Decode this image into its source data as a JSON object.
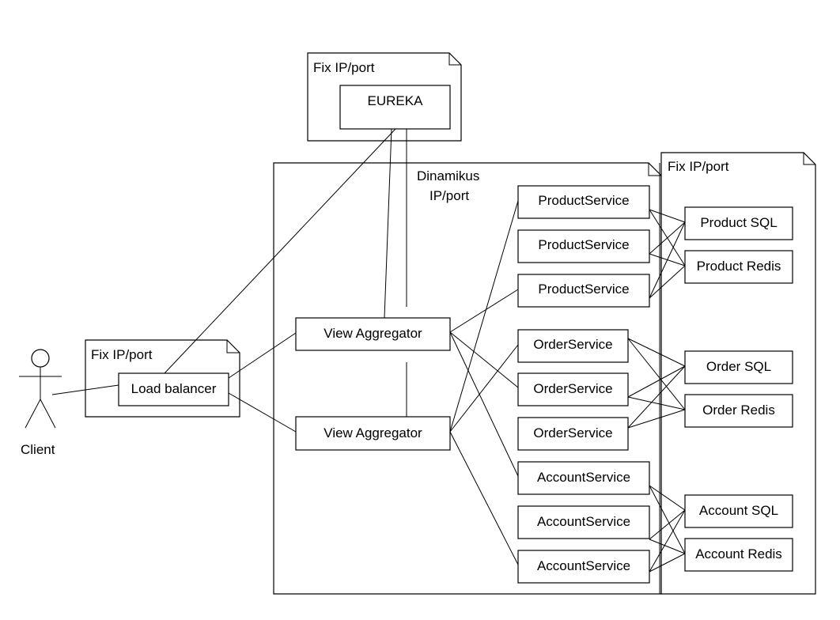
{
  "actor": {
    "label": "Client"
  },
  "load_balancer_node": {
    "label": "Fix IP/port"
  },
  "eureka_node": {
    "label": "Fix IP/port"
  },
  "dynamic_node": {
    "label_line1": "Dinamikus",
    "label_line2": "IP/port"
  },
  "storage_node": {
    "label": "Fix IP/port"
  },
  "components": {
    "eureka": "EUREKA",
    "load_balancer": "Load balancer",
    "view_aggregator_1": "View Aggregator",
    "view_aggregator_2": "View Aggregator",
    "product_service_1": "ProductService",
    "product_service_2": "ProductService",
    "product_service_3": "ProductService",
    "order_service_1": "OrderService",
    "order_service_2": "OrderService",
    "order_service_3": "OrderService",
    "account_service_1": "AccountService",
    "account_service_2": "AccountService",
    "account_service_3": "AccountService",
    "product_sql": "Product SQL",
    "product_redis": "Product Redis",
    "order_sql": "Order SQL",
    "order_redis": "Order Redis",
    "account_sql": "Account SQL",
    "account_redis": "Account Redis"
  }
}
